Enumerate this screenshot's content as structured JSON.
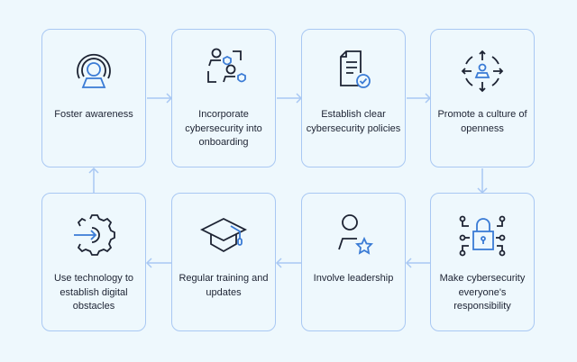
{
  "diagram": {
    "colors": {
      "background": "#eef8fd",
      "border": "#a9c8f3",
      "icon_dark": "#1d2333",
      "icon_accent": "#3a7bd5",
      "text": "#1d2333"
    },
    "steps": [
      {
        "label": "Foster awareness",
        "icon": "radar-person-icon"
      },
      {
        "label": "Incorporate cybersecurity into onboarding",
        "icon": "users-shield-icon"
      },
      {
        "label": "Establish clear cybersecurity policies",
        "icon": "document-check-icon"
      },
      {
        "label": "Promote a culture of openness",
        "icon": "person-arrows-icon"
      },
      {
        "label": "Make cybersecurity everyone's responsibility",
        "icon": "lock-circuit-icon"
      },
      {
        "label": "Involve leadership",
        "icon": "person-star-icon"
      },
      {
        "label": "Regular training and updates",
        "icon": "graduation-cap-icon"
      },
      {
        "label": "Use technology to establish digital obstacles",
        "icon": "gear-arrow-icon"
      }
    ],
    "flow": "1→2→3→4↓5←6←7←8↑1"
  }
}
